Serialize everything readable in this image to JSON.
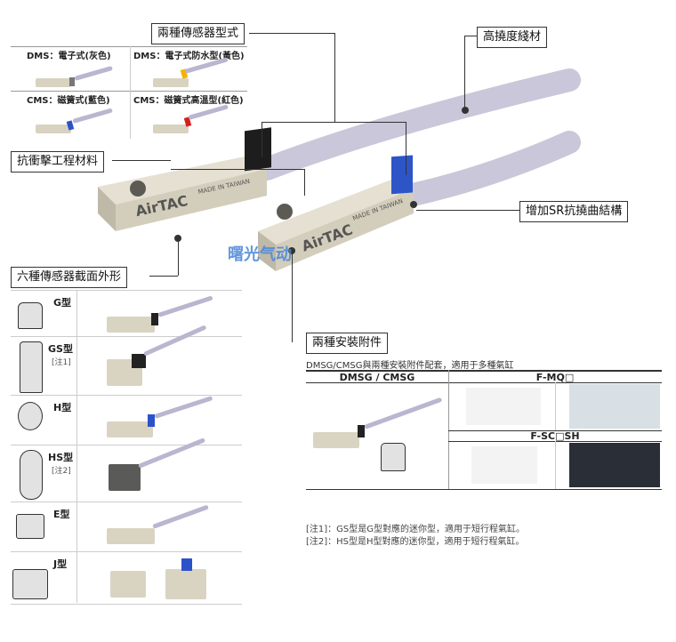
{
  "callouts": {
    "two_types": "兩種傳感器型式",
    "flexible_wire": "高撓度綫材",
    "impact_material": "抗衝擊工程材料",
    "sr_structure": "增加SR抗撓曲結構",
    "six_profiles": "六種傳感器截面外形",
    "two_accessories": "兩種安裝附件"
  },
  "sensor_types": [
    {
      "label": "DMS：電子式(灰色)",
      "color": "#8a8a8a"
    },
    {
      "label": "DMS：電子式防水型(黃色)",
      "color": "#f2b400"
    },
    {
      "label": "CMS：磁簧式(藍色)",
      "color": "#2c52c9"
    },
    {
      "label": "CMS：磁簧式高溫型(紅色)",
      "color": "#d42020"
    }
  ],
  "profiles": [
    {
      "name": "G型",
      "note": ""
    },
    {
      "name": "GS型",
      "note": "[注1]"
    },
    {
      "name": "H型",
      "note": ""
    },
    {
      "name": "HS型",
      "note": "[注2]"
    },
    {
      "name": "E型",
      "note": ""
    },
    {
      "name": "J型",
      "note": ""
    }
  ],
  "brand_text": "AirTAC",
  "made_in": "MADE IN TAIWAN",
  "watermark": "曙光气动",
  "accessory": {
    "intro": "DMSG/CMSG與兩種安裝附件配套，適用于多種氣缸",
    "col1": "DMSG / CMSG",
    "col2": "F-MQ□",
    "col3": "F-SC□SH"
  },
  "notes": [
    "[注1]：GS型是G型對應的迷你型，適用于短行程氣缸。",
    "[注2]：HS型是H型對應的迷你型，適用于短行程氣缸。"
  ]
}
